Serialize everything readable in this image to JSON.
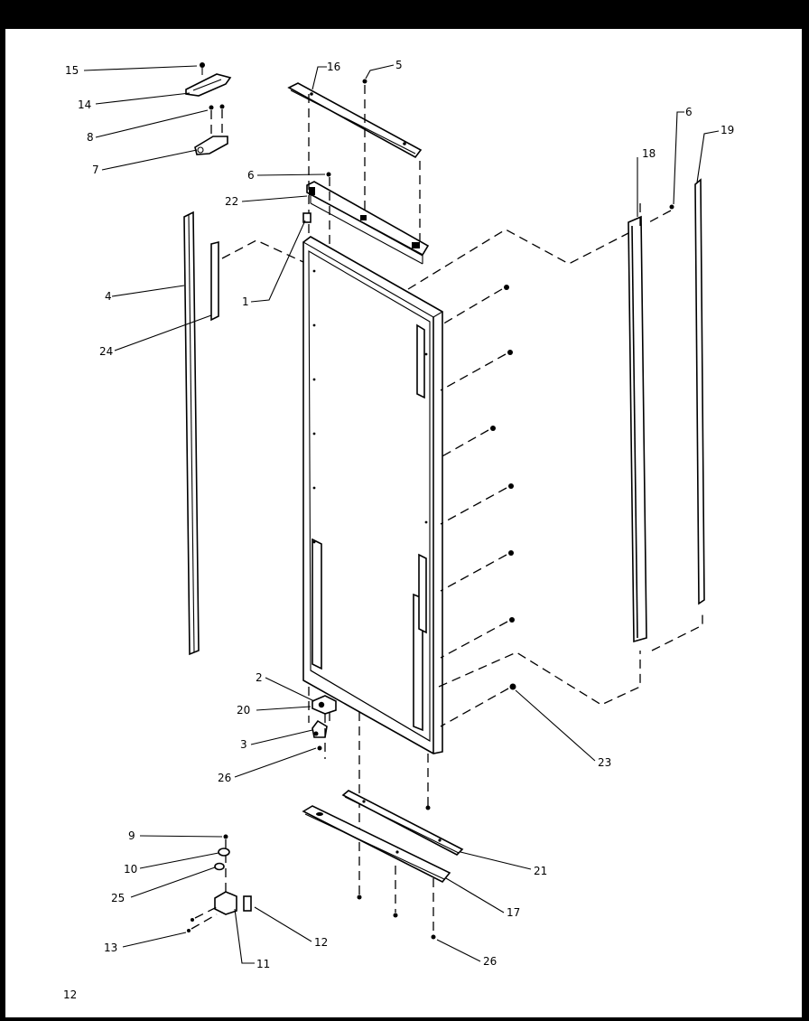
{
  "page_number": "12",
  "callouts": [
    {
      "id": "c15",
      "label": "15"
    },
    {
      "id": "c14",
      "label": "14"
    },
    {
      "id": "c8",
      "label": "8"
    },
    {
      "id": "c7",
      "label": "7"
    },
    {
      "id": "c16",
      "label": "16"
    },
    {
      "id": "c5",
      "label": "5"
    },
    {
      "id": "c6a",
      "label": "6"
    },
    {
      "id": "c22",
      "label": "22"
    },
    {
      "id": "c1",
      "label": "1"
    },
    {
      "id": "c4",
      "label": "4"
    },
    {
      "id": "c24",
      "label": "24"
    },
    {
      "id": "c18",
      "label": "18"
    },
    {
      "id": "c6b",
      "label": "6"
    },
    {
      "id": "c19",
      "label": "19"
    },
    {
      "id": "c2",
      "label": "2"
    },
    {
      "id": "c20",
      "label": "20"
    },
    {
      "id": "c3",
      "label": "3"
    },
    {
      "id": "c26a",
      "label": "26"
    },
    {
      "id": "c23",
      "label": "23"
    },
    {
      "id": "c9",
      "label": "9"
    },
    {
      "id": "c10",
      "label": "10"
    },
    {
      "id": "c25",
      "label": "25"
    },
    {
      "id": "c13",
      "label": "13"
    },
    {
      "id": "c11",
      "label": "11"
    },
    {
      "id": "c12",
      "label": "12"
    },
    {
      "id": "c21",
      "label": "21"
    },
    {
      "id": "c17",
      "label": "17"
    },
    {
      "id": "c26b",
      "label": "26"
    }
  ]
}
